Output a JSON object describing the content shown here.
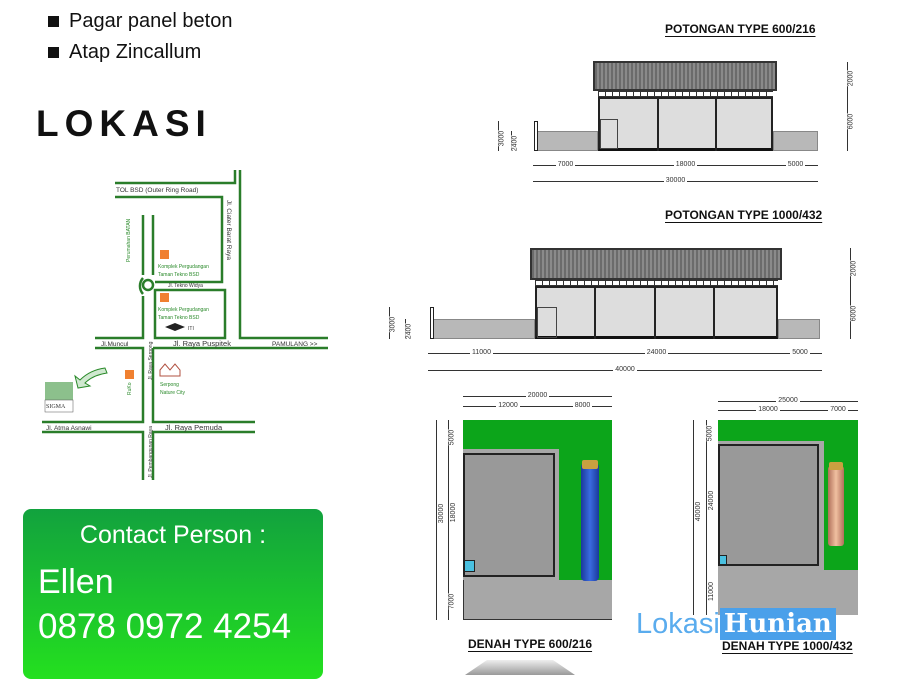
{
  "specs": {
    "items": [
      "Pagar panel beton",
      "Atap Zincallum"
    ]
  },
  "location": {
    "heading": "LOKASI",
    "map": {
      "roads": {
        "toll": "TOL BSD (Outer Ring Road)",
        "ciater": "Jl. Ciater Barat Raya",
        "tekno_widya": "Jl. Tekno Widya",
        "muncul": "Jl.Muncul",
        "puspitek": "Jl. Raya Puspitek",
        "pamulang": "PAMULANG >>",
        "serpong": "Jl. Raya Serpong",
        "atma": "Jl. Atma Asnawi",
        "pemuda": "Jl. Raya Pemuda",
        "pembangunan": "Jl. Pembangunan Raya"
      },
      "places": {
        "batan": "Perumahan BATAN",
        "komplek1_a": "Komplek Pergudangan",
        "komplek1_b": "Taman Tekno BSD",
        "komplek2_a": "Komplek Pergudangan",
        "komplek2_b": "Taman Tekno BSD",
        "iti": "ITI",
        "ruko": "RuKo",
        "nature_a": "Serpong",
        "nature_b": "Nature City",
        "sigma_logo": "SIGMA"
      }
    }
  },
  "contact": {
    "label": "Contact Person :",
    "name": "Ellen",
    "phone": "0878 0972 4254"
  },
  "drawings": {
    "section_600": {
      "title": "POTONGAN TYPE 600/216",
      "dims": [
        "7000",
        "18000",
        "5000",
        "30000",
        "2000",
        "6000",
        "3000",
        "2400"
      ]
    },
    "section_1000": {
      "title": "POTONGAN TYPE 1000/432",
      "dims": [
        "11000",
        "24000",
        "5000",
        "40000",
        "2000",
        "6000",
        "3000",
        "2400"
      ]
    },
    "plan_600": {
      "title": "DENAH TYPE 600/216",
      "dims": [
        "20000",
        "12000",
        "8000",
        "30000",
        "5000",
        "18000",
        "7000"
      ]
    },
    "plan_1000": {
      "title": "DENAH TYPE 1000/432",
      "dims": [
        "25000",
        "18000",
        "7000",
        "40000",
        "5000",
        "24000",
        "11000"
      ]
    }
  },
  "watermark": {
    "part1": "Lokasi",
    "part2": "Hunian"
  },
  "colors": {
    "road": "#2a7d2a",
    "card_top": "#12a23e",
    "card_bottom": "#24e01f",
    "grass": "#0ca51a"
  }
}
